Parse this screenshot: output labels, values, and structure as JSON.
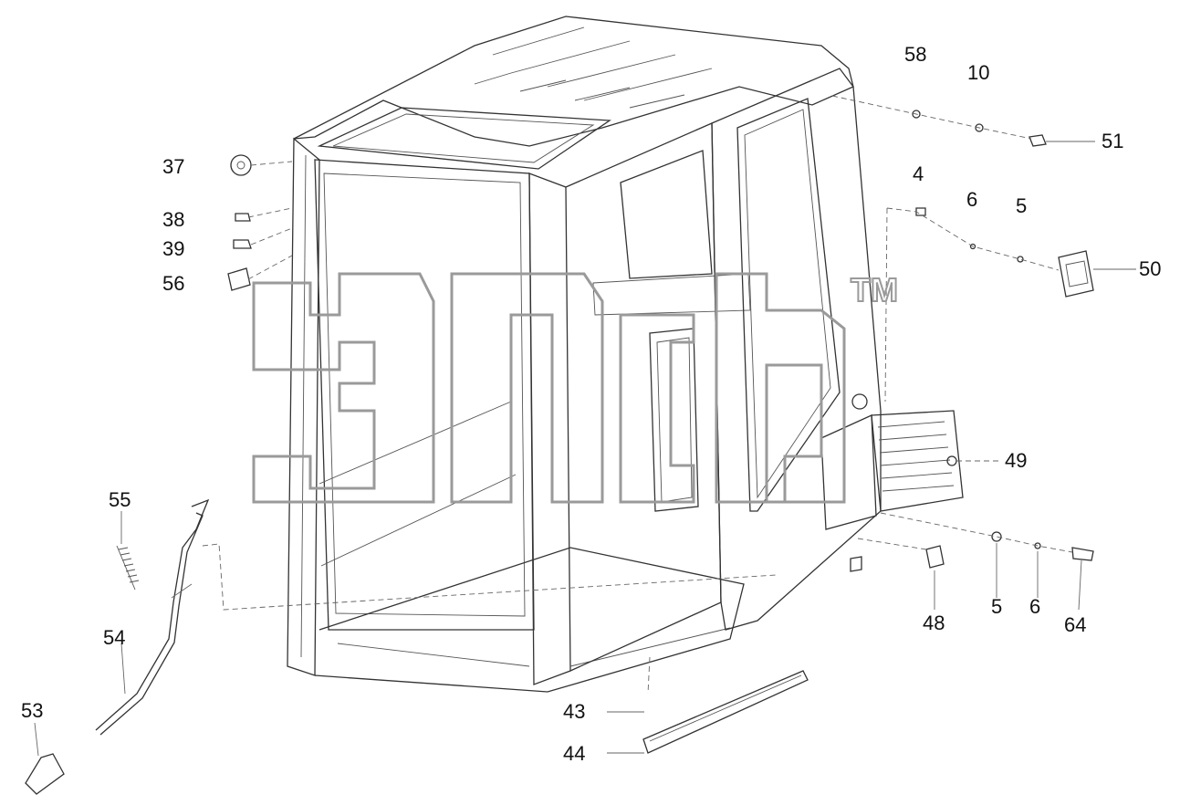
{
  "watermark": {
    "tm": "TM"
  },
  "callouts": [
    {
      "id": "37",
      "label": "37"
    },
    {
      "id": "38",
      "label": "38"
    },
    {
      "id": "39",
      "label": "39"
    },
    {
      "id": "56",
      "label": "56"
    },
    {
      "id": "58",
      "label": "58"
    },
    {
      "id": "10",
      "label": "10"
    },
    {
      "id": "51",
      "label": "51"
    },
    {
      "id": "4",
      "label": "4"
    },
    {
      "id": "6a",
      "label": "6"
    },
    {
      "id": "5a",
      "label": "5"
    },
    {
      "id": "50",
      "label": "50"
    },
    {
      "id": "49",
      "label": "49"
    },
    {
      "id": "48",
      "label": "48"
    },
    {
      "id": "5b",
      "label": "5"
    },
    {
      "id": "6b",
      "label": "6"
    },
    {
      "id": "64",
      "label": "64"
    },
    {
      "id": "55",
      "label": "55"
    },
    {
      "id": "54",
      "label": "54"
    },
    {
      "id": "53",
      "label": "53"
    },
    {
      "id": "43",
      "label": "43"
    },
    {
      "id": "44",
      "label": "44"
    }
  ],
  "colors": {
    "line": "#333333",
    "watermark": "#9a9a9a",
    "background": "#ffffff"
  }
}
